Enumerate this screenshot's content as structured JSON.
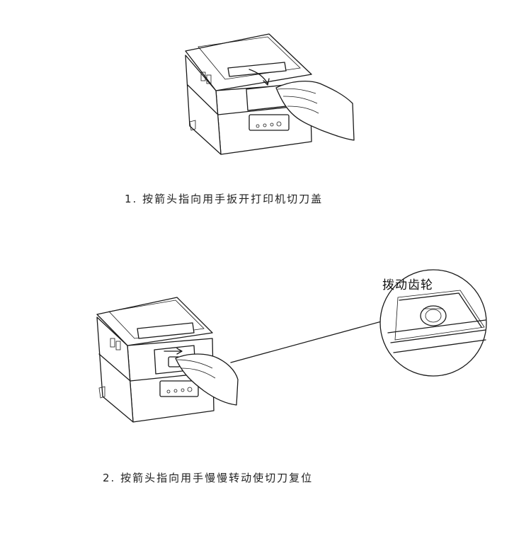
{
  "steps": [
    {
      "caption": "1. 按箭头指向用手扳开打印机切刀盖"
    },
    {
      "caption": "2. 按箭头指向用手慢慢转动使切刀复位"
    }
  ],
  "callout": {
    "label": "拨动齿轮"
  }
}
